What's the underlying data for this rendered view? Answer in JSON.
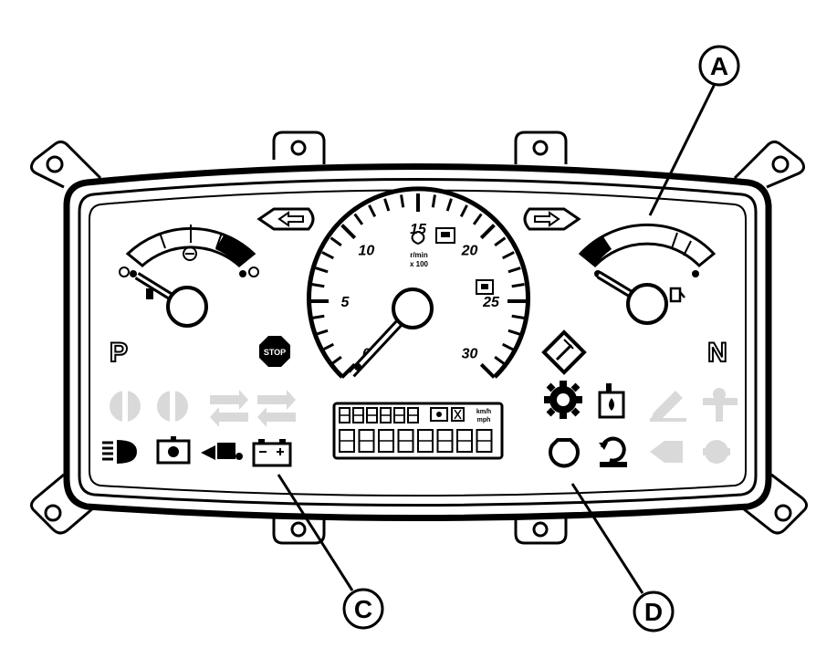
{
  "diagram": {
    "callouts": [
      {
        "id": "A",
        "label": "A"
      },
      {
        "id": "C",
        "label": "C"
      },
      {
        "id": "D",
        "label": "D"
      }
    ],
    "tachometer": {
      "scale_labels": [
        "0",
        "5",
        "10",
        "15",
        "20",
        "25",
        "30"
      ],
      "units_line1": "r/min",
      "units_line2": "x 100"
    },
    "side_letters": {
      "left": "P",
      "right": "N"
    },
    "stop_lamp_text": "STOP",
    "lcd_units": {
      "speed": "km/h",
      "distance": "mph"
    },
    "indicator_icons": {
      "left_grey": [
        "differential-lock-icon",
        "differential-lock-icon",
        "pto-icon",
        "pto-icon"
      ],
      "left_black": [
        "headlight-icon",
        "parking-brake-icon",
        "hydraulic-icon",
        "battery-icon"
      ],
      "right_top": [
        "gear-icon",
        "fuel-filter-icon",
        "grey-pen-icon",
        "grey-wrench-icon"
      ],
      "right_bottom": [
        "oil-pressure-icon",
        "glow-plug-icon",
        "grey-shuttle-icon",
        "grey-shuttle-icon"
      ]
    }
  }
}
